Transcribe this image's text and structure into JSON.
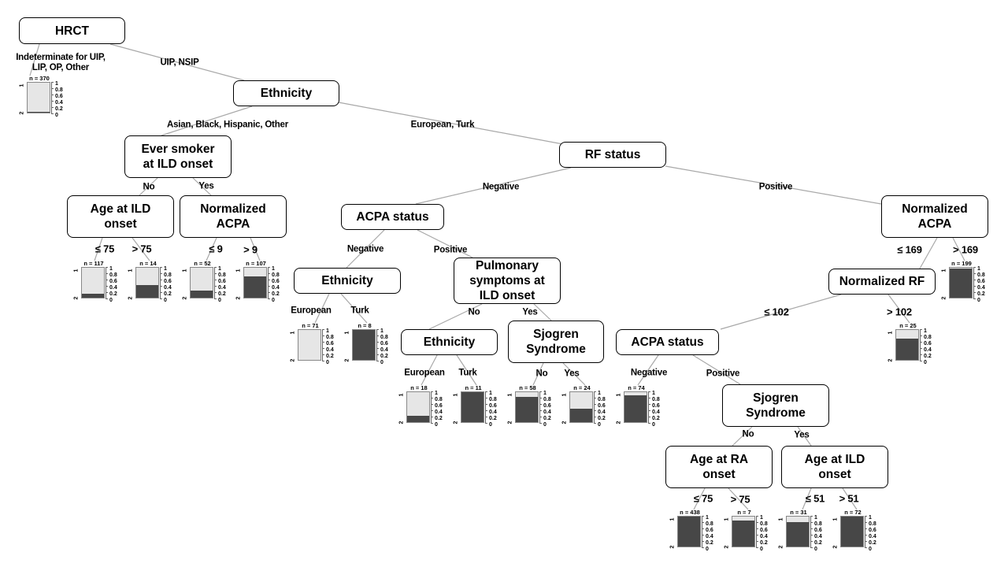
{
  "title": "Decision tree",
  "colors": {
    "class1": "#e6e6e6",
    "class2": "#474747",
    "edge": "#a8a8a8",
    "border": "#000000"
  },
  "leaf_axis": {
    "ticks": [
      "1",
      "0.8",
      "0.6",
      "0.4",
      "0.2",
      "0"
    ],
    "class_top": "1",
    "class_bottom": "2"
  },
  "nodes": {
    "hrct": "HRCT",
    "ethnicity1": "Ethnicity",
    "smoker": "Ever smoker\nat ILD onset",
    "rf_status": "RF status",
    "age_ild1": "Age at ILD\nonset",
    "norm_acpa1": "Normalized\nACPA",
    "acpa_status1": "ACPA status",
    "norm_acpa2": "Normalized\nACPA",
    "ethnicity2": "Ethnicity",
    "pulm": "Pulmonary\nsymptoms at\nILD onset",
    "norm_rf": "Normalized RF",
    "ethnicity3": "Ethnicity",
    "sjogren1": "Sjogren\nSyndrome",
    "acpa_status2": "ACPA status",
    "sjogren2": "Sjogren\nSyndrome",
    "age_ra": "Age at RA\nonset",
    "age_ild2": "Age at ILD\nonset"
  },
  "edge_labels": {
    "hrct_left": "Indeterminate for UIP,\nLIP, OP, Other",
    "hrct_right": "UIP, NSIP",
    "eth1_left": "Asian, Black, Hispanic, Other",
    "eth1_right": "European, Turk",
    "smoker_left": "No",
    "smoker_right": "Yes",
    "rf_left": "Negative",
    "rf_right": "Positive",
    "age_ild1_left": "≤ 75",
    "age_ild1_right": "> 75",
    "norm_acpa1_left": "≤ 9",
    "norm_acpa1_right": "> 9",
    "acpa1_left": "Negative",
    "acpa1_right": "Positive",
    "norm_acpa2_left": "≤ 169",
    "norm_acpa2_right": "> 169",
    "eth2_left": "European",
    "eth2_right": "Turk",
    "pulm_left": "No",
    "pulm_right": "Yes",
    "norm_rf_left": "≤ 102",
    "norm_rf_right": "> 102",
    "eth3_left": "European",
    "eth3_right": "Turk",
    "sjogren1_left": "No",
    "sjogren1_right": "Yes",
    "acpa2_left": "Negative",
    "acpa2_right": "Positive",
    "sjogren2_left": "No",
    "sjogren2_right": "Yes",
    "age_ra_left": "≤ 75",
    "age_ra_right": "> 75",
    "age_ild2_left": "≤ 51",
    "age_ild2_right": "> 51"
  },
  "leaves": [
    {
      "id": "l_hrct",
      "n": "n = 370",
      "class2_fraction": 0.02
    },
    {
      "id": "l_age1_le",
      "n": "n = 117",
      "class2_fraction": 0.12
    },
    {
      "id": "l_age1_gt",
      "n": "n = 14",
      "class2_fraction": 0.43
    },
    {
      "id": "l_acpa1_le",
      "n": "n = 52",
      "class2_fraction": 0.25
    },
    {
      "id": "l_acpa1_gt",
      "n": "n = 107",
      "class2_fraction": 0.72
    },
    {
      "id": "l_eth2_eu",
      "n": "n = 71",
      "class2_fraction": 0.0
    },
    {
      "id": "l_eth2_tr",
      "n": "n = 8",
      "class2_fraction": 1.0
    },
    {
      "id": "l_eth3_eu",
      "n": "n = 18",
      "class2_fraction": 0.22
    },
    {
      "id": "l_eth3_tr",
      "n": "n = 11",
      "class2_fraction": 1.0
    },
    {
      "id": "l_sj1_no",
      "n": "n = 58",
      "class2_fraction": 0.84
    },
    {
      "id": "l_sj1_yes",
      "n": "n = 24",
      "class2_fraction": 0.46
    },
    {
      "id": "l_acpa2_neg",
      "n": "n = 74",
      "class2_fraction": 0.89
    },
    {
      "id": "l_nacpa2_gt",
      "n": "n = 199",
      "class2_fraction": 0.98
    },
    {
      "id": "l_nrf_gt",
      "n": "n = 25",
      "class2_fraction": 0.72
    },
    {
      "id": "l_ra_le",
      "n": "n = 438",
      "class2_fraction": 1.0
    },
    {
      "id": "l_ra_gt",
      "n": "n = 7",
      "class2_fraction": 0.86
    },
    {
      "id": "l_ild2_le",
      "n": "n = 31",
      "class2_fraction": 0.81
    },
    {
      "id": "l_ild2_gt",
      "n": "n = 72",
      "class2_fraction": 1.0
    }
  ]
}
